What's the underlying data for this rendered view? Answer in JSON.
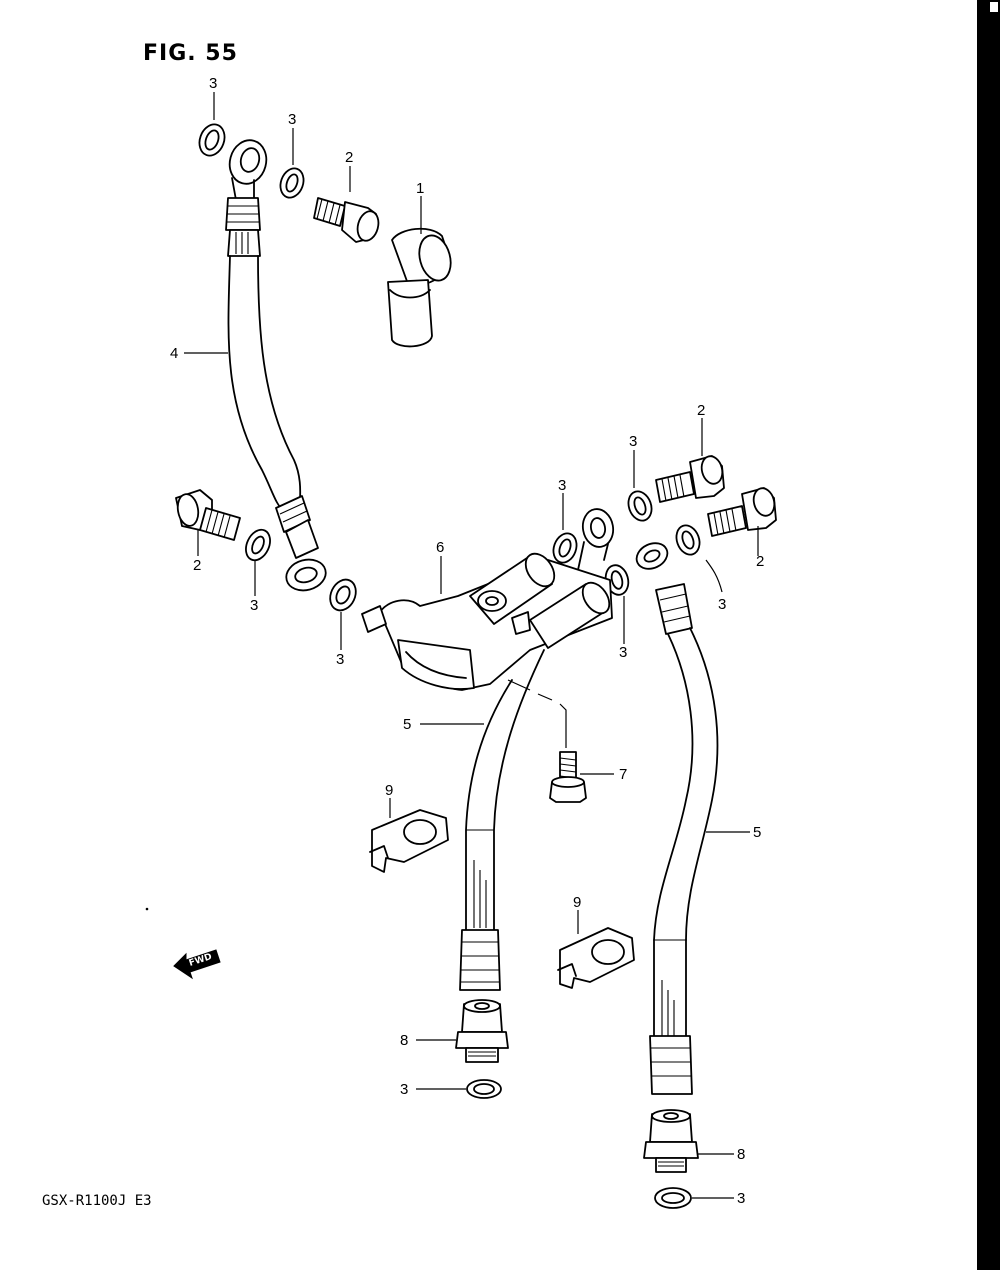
{
  "figure": {
    "title": "FIG. 55",
    "model_code": "GSX-R1100J E3",
    "fwd_label": "FWD"
  },
  "callouts": [
    {
      "id": "c-3-top-a",
      "label": "3"
    },
    {
      "id": "c-3-top-b",
      "label": "3"
    },
    {
      "id": "c-2-top",
      "label": "2"
    },
    {
      "id": "c-1",
      "label": "1"
    },
    {
      "id": "c-4",
      "label": "4"
    },
    {
      "id": "c-2-right-top",
      "label": "2"
    },
    {
      "id": "c-3-right-top",
      "label": "3"
    },
    {
      "id": "c-3-mid",
      "label": "3"
    },
    {
      "id": "c-6",
      "label": "6"
    },
    {
      "id": "c-2-left",
      "label": "2"
    },
    {
      "id": "c-3-left",
      "label": "3"
    },
    {
      "id": "c-3-left-low",
      "label": "3"
    },
    {
      "id": "c-3-center",
      "label": "3"
    },
    {
      "id": "c-3-right-mid",
      "label": "3"
    },
    {
      "id": "c-2-right",
      "label": "2"
    },
    {
      "id": "c-5-left",
      "label": "5"
    },
    {
      "id": "c-7",
      "label": "7"
    },
    {
      "id": "c-9-left",
      "label": "9"
    },
    {
      "id": "c-5-right",
      "label": "5"
    },
    {
      "id": "c-9-right",
      "label": "9"
    },
    {
      "id": "c-8-left",
      "label": "8"
    },
    {
      "id": "c-3-bottom-left",
      "label": "3"
    },
    {
      "id": "c-8-right",
      "label": "8"
    },
    {
      "id": "c-3-bottom-right",
      "label": "3"
    }
  ]
}
